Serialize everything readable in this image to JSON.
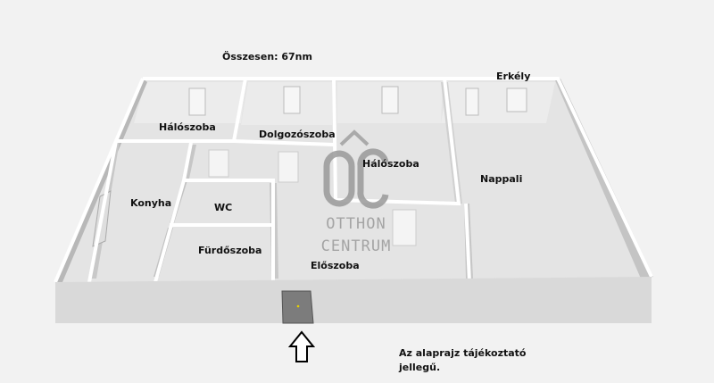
{
  "total_area": "Összesen: 67nm",
  "rooms": {
    "haloszoba_1": "Hálószoba",
    "dolgozoszoba": "Dolgozószoba",
    "haloszoba_2": "Hálószoba",
    "erkely": "Erkély",
    "nappali": "Nappali",
    "konyha": "Konyha",
    "wc": "WC",
    "furdoszoba": "Fürdőszoba",
    "eloszoba": "Előszoba"
  },
  "logo": {
    "line1": "OTTHON",
    "line2": "CENTRUM",
    "mark": "ÔC"
  },
  "note": "Az alaprajz tájékoztató jellegű.",
  "colors": {
    "floor": "#e6e6e6",
    "wall_top": "#ffffff",
    "wall_side": "#bdbdbd",
    "front_wall": "#dadada",
    "logo": "#9a9a9a"
  }
}
